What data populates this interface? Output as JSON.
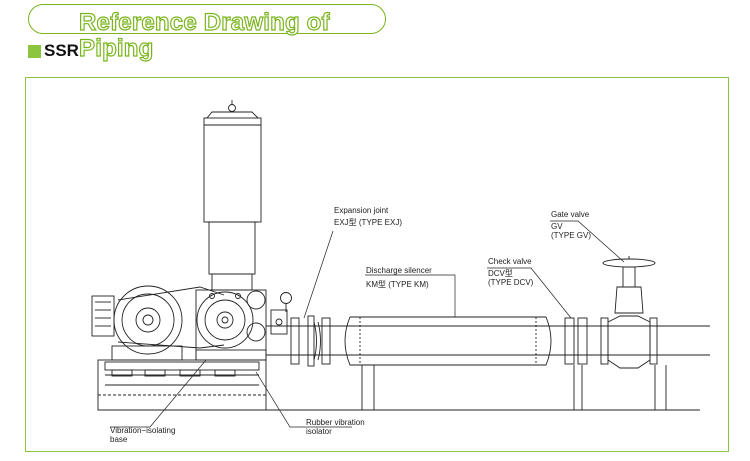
{
  "header": {
    "title": "Reference Drawing of Piping"
  },
  "section": {
    "label": "SSR"
  },
  "callouts": {
    "expansion_joint": {
      "name": "Expansion joint",
      "type": "EXJ型 (TYPE EXJ)"
    },
    "discharge_silencer": {
      "name": "Discharge silencer",
      "type": "KM型 (TYPE KM)"
    },
    "check_valve": {
      "name": "Check valve",
      "type": "DCV型",
      "type2": "(TYPE DCV)"
    },
    "gate_valve": {
      "name": "Gate valve",
      "type": "GV",
      "type2": "(TYPE GV)"
    },
    "vibration_base": {
      "line1": "Vibration−isolating",
      "line2": "base"
    },
    "rubber_isolator": {
      "line1": "Rubber vibration",
      "line2": "isolator"
    }
  },
  "colors": {
    "accent_green": "#7ab51d",
    "frame_green": "#8cc63f",
    "line": "#222222"
  }
}
